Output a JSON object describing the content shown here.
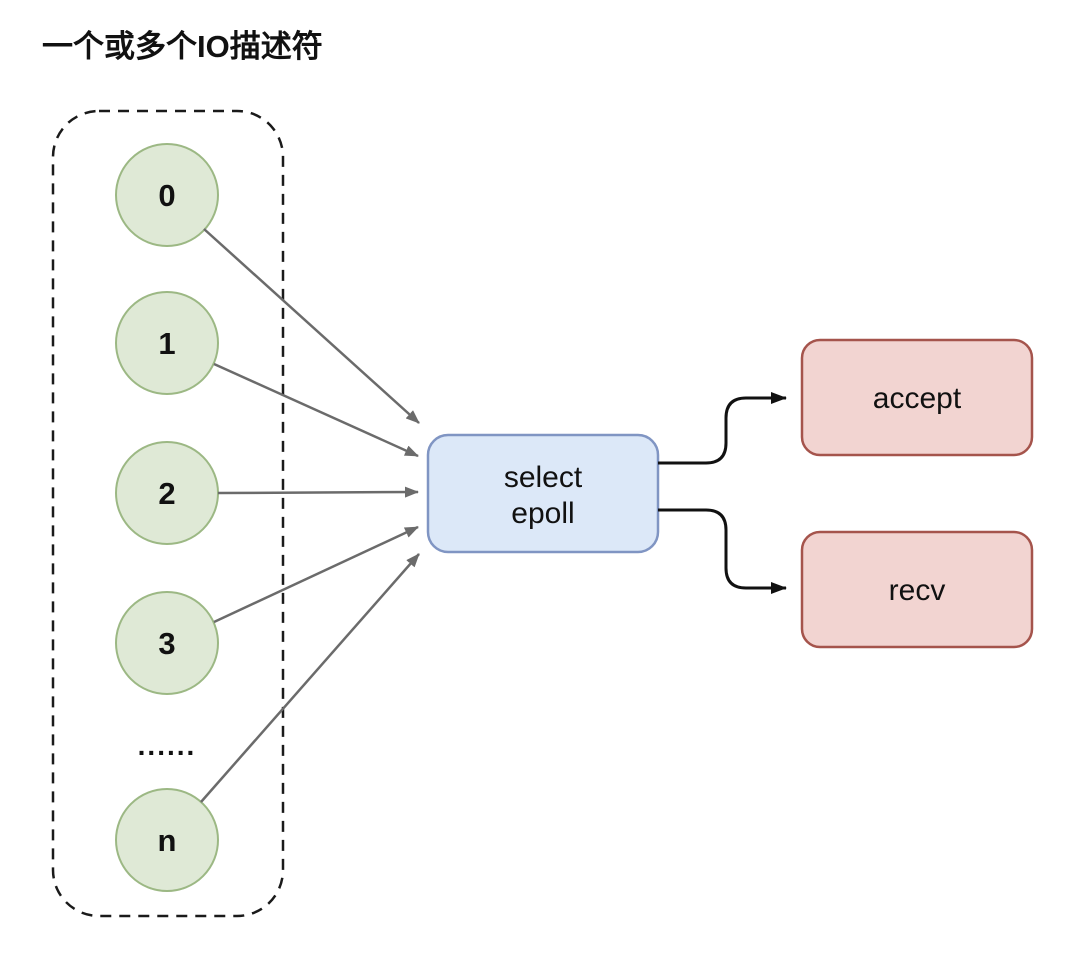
{
  "title": "一个或多个IO描述符",
  "descriptor_group": {
    "items": [
      {
        "label": "0"
      },
      {
        "label": "1"
      },
      {
        "label": "2"
      },
      {
        "label": "3"
      },
      {
        "label": "n"
      }
    ],
    "ellipsis": "......"
  },
  "multiplexer": {
    "line1": "select",
    "line2": "epoll"
  },
  "handlers": {
    "accept_label": "accept",
    "recv_label": "recv"
  },
  "colors": {
    "background": "#ffffff",
    "text": "#111111",
    "descriptor_fill": "#dfe9d6",
    "descriptor_border": "#9cb884",
    "multiplexer_fill": "#dce8f8",
    "multiplexer_border": "#8095c3",
    "handler_fill": "#f2d4d1",
    "handler_border": "#a5544c",
    "gray_arrow": "#6b6b6b",
    "black_arrow": "#111111",
    "group_border": "#1a1a1a"
  }
}
